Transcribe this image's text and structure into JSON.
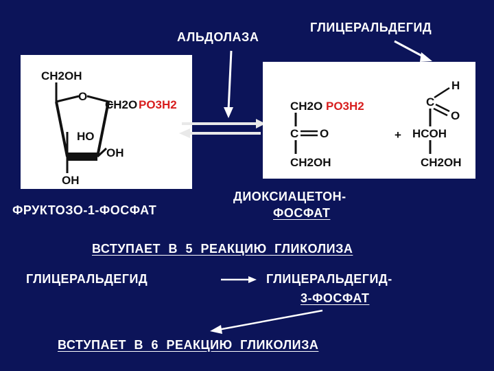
{
  "labels": {
    "aldolase": "АЛЬДОЛАЗА",
    "glyceraldehyde_top": "ГЛИЦЕРАЛЬДЕГИД",
    "fructose_1_phosphate": "ФРУКТОЗО-1-ФОСФАТ",
    "dhap_line1": "ДИОКСИАЦЕТОН-",
    "dhap_line2": "ФОСФАТ",
    "enters_reaction_5": "ВСТУПАЕТ В 5 РЕАКЦИЮ ГЛИКОЛИЗА",
    "glyceraldehyde_left": "ГЛИЦЕРАЛЬДЕГИД",
    "g3p_line1": "ГЛИЦЕРАЛЬДЕГИД-",
    "g3p_line2": "3-ФОСФАТ",
    "enters_reaction_6": "ВСТУПАЕТ В 6 РЕАКЦИЮ ГЛИКОЛИЗА"
  },
  "structures": {
    "fructose": {
      "ch2oh_top": "CH2OH",
      "ring_o": "O",
      "ch2o": "CH2O",
      "po3h2": "PO3H2",
      "ho": "HO",
      "oh_right": "OH",
      "oh_bottom": "OH"
    },
    "dhap": {
      "ch2o": "CH2O",
      "po3h2": "PO3H2",
      "carbonyl_c": "C",
      "carbonyl_o": "O",
      "ch2oh": "CH2OH"
    },
    "plus": "+",
    "glyceraldehyde": {
      "h": "H",
      "c": "C",
      "o": "O",
      "hcoh": "HCOH",
      "ch2oh": "CH2OH"
    }
  },
  "colors": {
    "background": "#0c1459",
    "text": "#ffffff",
    "phosphate": "#d81e1e",
    "structure_ink": "#111111",
    "arrow": "#ffffff"
  }
}
